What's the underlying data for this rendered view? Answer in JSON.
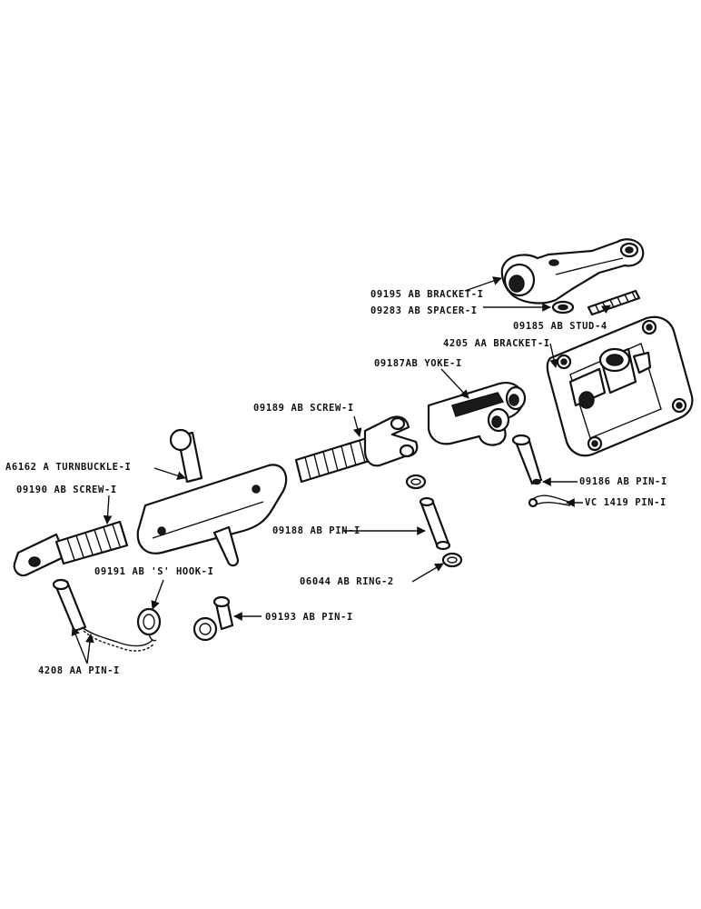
{
  "labels": {
    "bracket_09195": "09195 AB BRACKET-I",
    "spacer_09283": "09283 AB SPACER-I",
    "stud_09185": "09185 AB STUD-4",
    "bracket_4205": "4205 AA BRACKET-I",
    "yoke_09187": "09187AB YOKE-I",
    "screw_09189": "09189 AB SCREW-I",
    "turnbuckle_a6162": "A6162 A TURNBUCKLE-I",
    "screw_09190": "09190 AB SCREW-I",
    "pin_09186": "09186 AB PIN-I",
    "pin_vc1419": "VC 1419 PIN-I",
    "pin_09188": "09188 AB PIN-I",
    "ring_06044": "06044 AB RING-2",
    "hook_09191": "09191 AB 'S' HOOK-I",
    "pin_09193": "09193 AB PIN-I",
    "pin_4208": "4208 AA PIN-I"
  },
  "colors": {
    "ink": "#111111",
    "paper": "#ffffff"
  }
}
